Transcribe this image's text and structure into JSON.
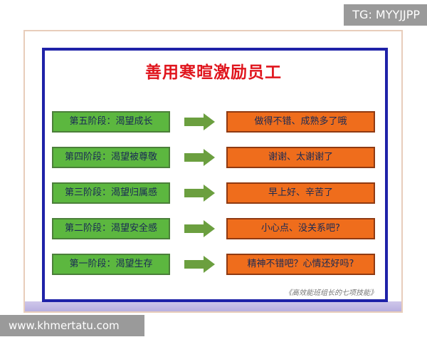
{
  "title": "善用寒暄激励员工",
  "rows": [
    {
      "stage": "第五阶段：渴望成长",
      "phrase": "做得不错、成熟多了哦"
    },
    {
      "stage": "第四阶段：渴望被尊敬",
      "phrase": "谢谢、太谢谢了"
    },
    {
      "stage": "第三阶段：渴望归属感",
      "phrase": "早上好、辛苦了"
    },
    {
      "stage": "第二阶段：渴望安全感",
      "phrase": "小心点、没关系吧?"
    },
    {
      "stage": "第一阶段：渴望生存",
      "phrase": "精神不错吧？心情还好吗?"
    }
  ],
  "source": "《高效能班组长的七项技能》",
  "watermarks": {
    "tg": "TG: MYYJJPP",
    "url": "www.khmertatu.com"
  },
  "colors": {
    "title": "#e0151d",
    "stage_box": "#5cb73f",
    "phrase_box": "#ef6d1c",
    "frame": "#1f22a8",
    "arrow": "#6b9f3f"
  }
}
